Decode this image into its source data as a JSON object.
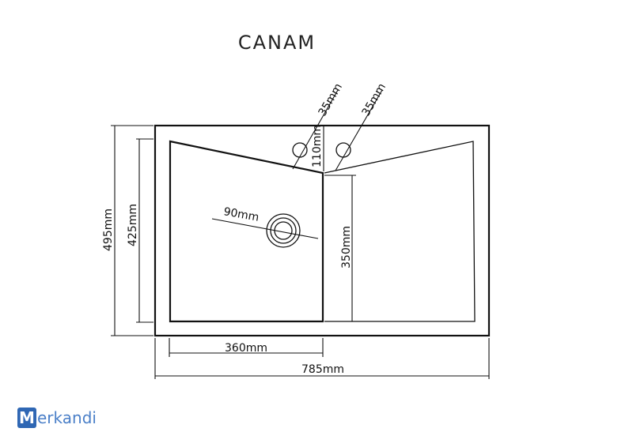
{
  "title": "CANAM",
  "labels": {
    "hole_left": "35mm",
    "hole_right": "35mm",
    "hole_offset": "110mm",
    "drain": "90mm",
    "total_height": "495mm",
    "bowl_height": "425mm",
    "drainboard_height": "350mm",
    "bowl_width": "360mm",
    "total_width": "785mm"
  },
  "logo": {
    "mark": "M",
    "text": "erkandi"
  }
}
